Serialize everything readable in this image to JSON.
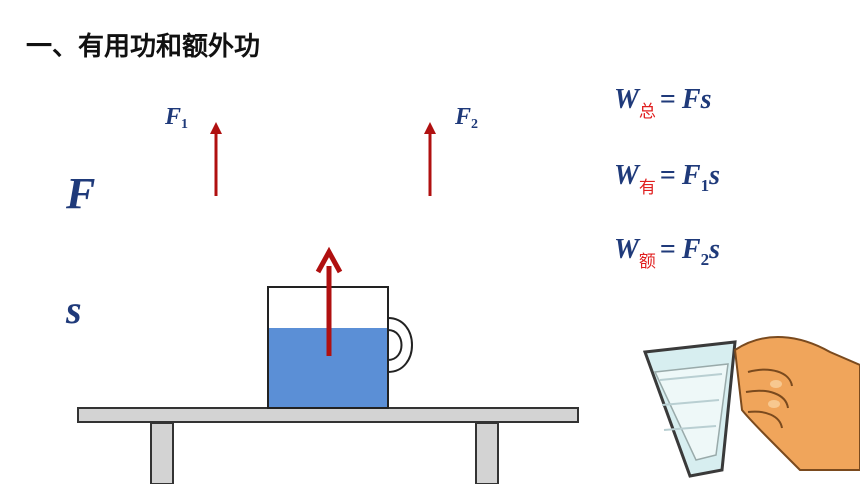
{
  "title": "一、有用功和额外功",
  "variables": {
    "force": "F",
    "distance": "s"
  },
  "forces": [
    {
      "symbol": "F",
      "subscript": "1"
    },
    {
      "symbol": "F",
      "subscript": "2"
    }
  ],
  "formulas": [
    {
      "lhs": "W",
      "sub": "总",
      "rhs_var": "F",
      "rhs_sub": "",
      "rhs_tail": "s"
    },
    {
      "lhs": "W",
      "sub": "有",
      "rhs_var": "F",
      "rhs_sub": "1",
      "rhs_tail": "s"
    },
    {
      "lhs": "W",
      "sub": "额",
      "rhs_var": "F",
      "rhs_sub": "2",
      "rhs_tail": "s"
    }
  ],
  "equals_sign": "=",
  "colors": {
    "text_blue": "#1f3a7a",
    "subscript_red": "#e01f1f",
    "arrow_red": "#b01010",
    "water_blue": "#5b8fd6",
    "table_gray": "#d3d3d3"
  }
}
